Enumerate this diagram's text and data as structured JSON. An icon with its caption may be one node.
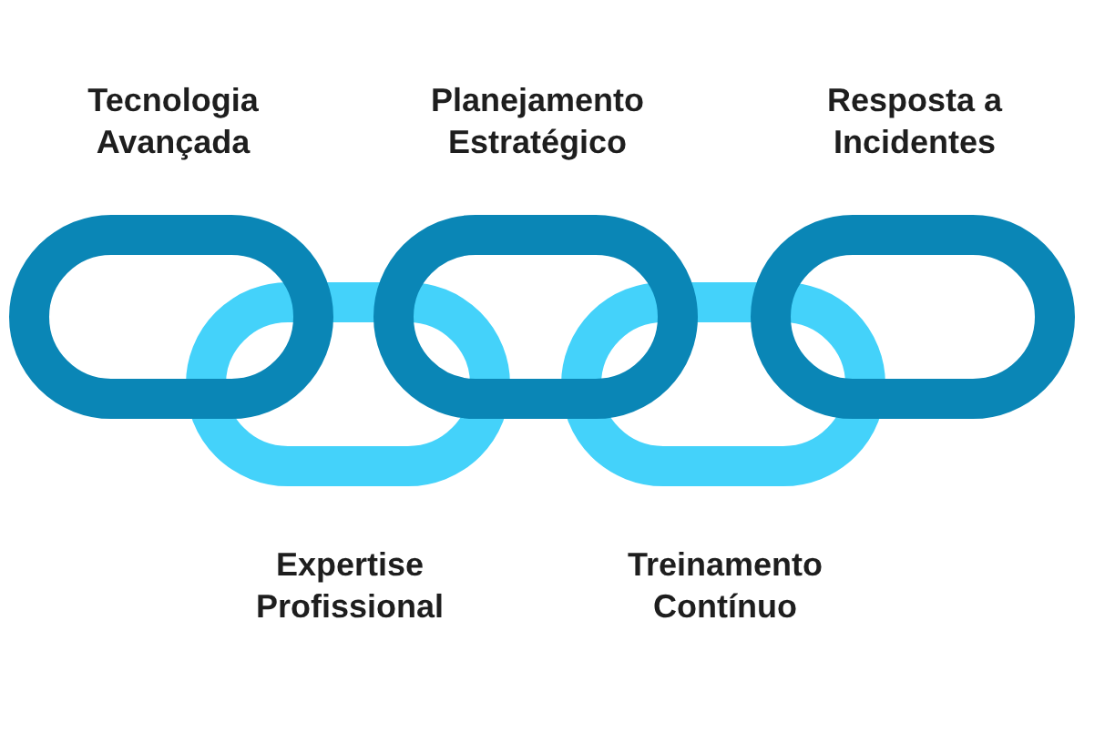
{
  "diagram": {
    "nodes": [
      {
        "text": [
          "Tecnologia Avançada"
        ]
      },
      {
        "text": [
          "Planejamento Estratégico"
        ]
      },
      {
        "text": [
          "Resposta a Incidentes"
        ]
      },
      {
        "text": [
          "Expertise Profissional"
        ]
      },
      {
        "text": [
          "Treinamento Contínuo"
        ]
      }
    ]
  }
}
